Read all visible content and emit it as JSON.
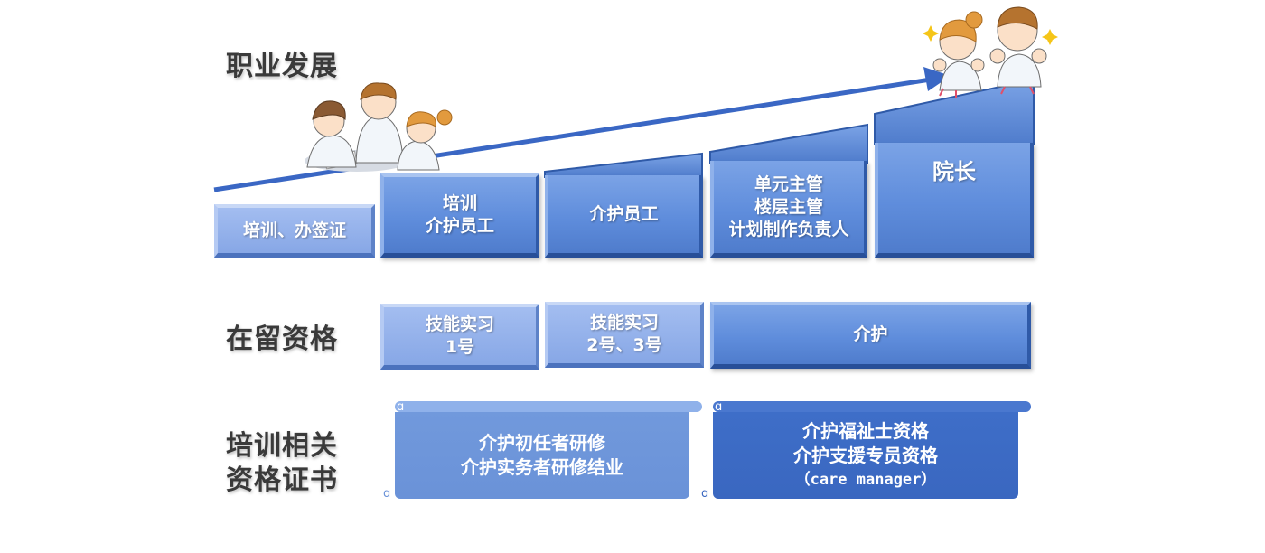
{
  "rows": {
    "career": "职业发展",
    "visa": "在留资格",
    "cert": [
      "培训相关",
      "资格证书"
    ]
  },
  "career_steps": [
    {
      "lines": [
        "培训、办签证"
      ]
    },
    {
      "lines": [
        "培训",
        "介护员工"
      ]
    },
    {
      "lines": [
        "介护员工"
      ]
    },
    {
      "lines": [
        "单元主管",
        "楼层主管",
        "计划制作负责人"
      ]
    },
    {
      "lines": [
        "院长"
      ]
    }
  ],
  "visa_boxes": [
    {
      "lines": [
        "技能实习",
        "1号"
      ]
    },
    {
      "lines": [
        "技能实习",
        "2号、3号"
      ]
    },
    {
      "lines": [
        "介护"
      ]
    }
  ],
  "cert_scrolls": [
    {
      "lines": [
        "介护初任者研修",
        "介护实务者研修结业"
      ]
    },
    {
      "lines": [
        "介护福祉士资格",
        "介护支援专员资格",
        "（care manager）"
      ]
    }
  ],
  "colors": {
    "arrow": "#3a67c4",
    "box_mid": "#5f8ddc",
    "box_light": "#87a7e6",
    "scroll_dark": "#3e6ec8",
    "scroll_light": "#7199dc"
  }
}
